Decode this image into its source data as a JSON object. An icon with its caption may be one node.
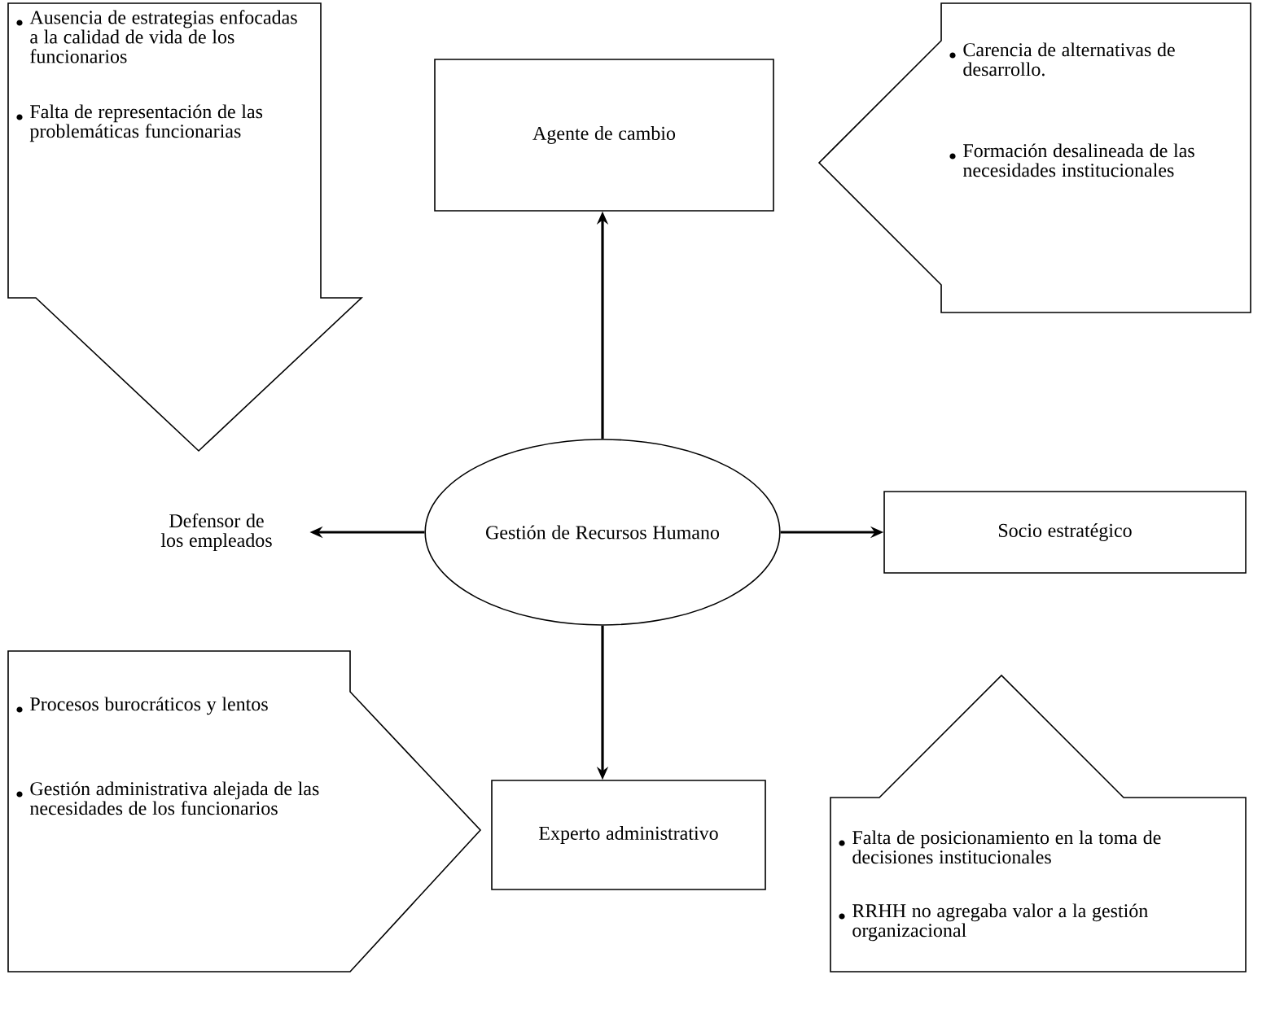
{
  "diagram": {
    "nodes": [
      {
        "text": [
          "Gestión de Recursos Humano"
        ]
      },
      {
        "text": [
          "Agente de cambio"
        ]
      },
      {
        "text": [
          "Defensor de los empleados"
        ]
      },
      {
        "text": [
          "Socio estratégico"
        ]
      },
      {
        "text": [
          "Experto administrativo"
        ]
      },
      {
        "text": [
          "Ausencia de estrategias enfocadas a la calidad de vida de los funcionarios",
          "Falta de representación de las problemáticas funcionarias"
        ]
      },
      {
        "text": [
          "Carencia de alternativas de desarrollo.",
          "Formación desalineada de las necesidades institucionales"
        ]
      },
      {
        "text": [
          "Procesos burocráticos y lentos",
          "Gestión administrativa alejada de las necesidades de los funcionarios"
        ]
      },
      {
        "text": [
          "Falta de posicionamiento en la toma de decisiones institucionales",
          "RRHH no agregaba valor a la gestión organizacional"
        ]
      }
    ],
    "edges": [
      {
        "from": 0,
        "to": 1,
        "arrow": "to"
      },
      {
        "from": 0,
        "to": 2,
        "arrow": "to"
      },
      {
        "from": 0,
        "to": 3,
        "arrow": "to"
      },
      {
        "from": 0,
        "to": 4,
        "arrow": "to"
      }
    ]
  }
}
